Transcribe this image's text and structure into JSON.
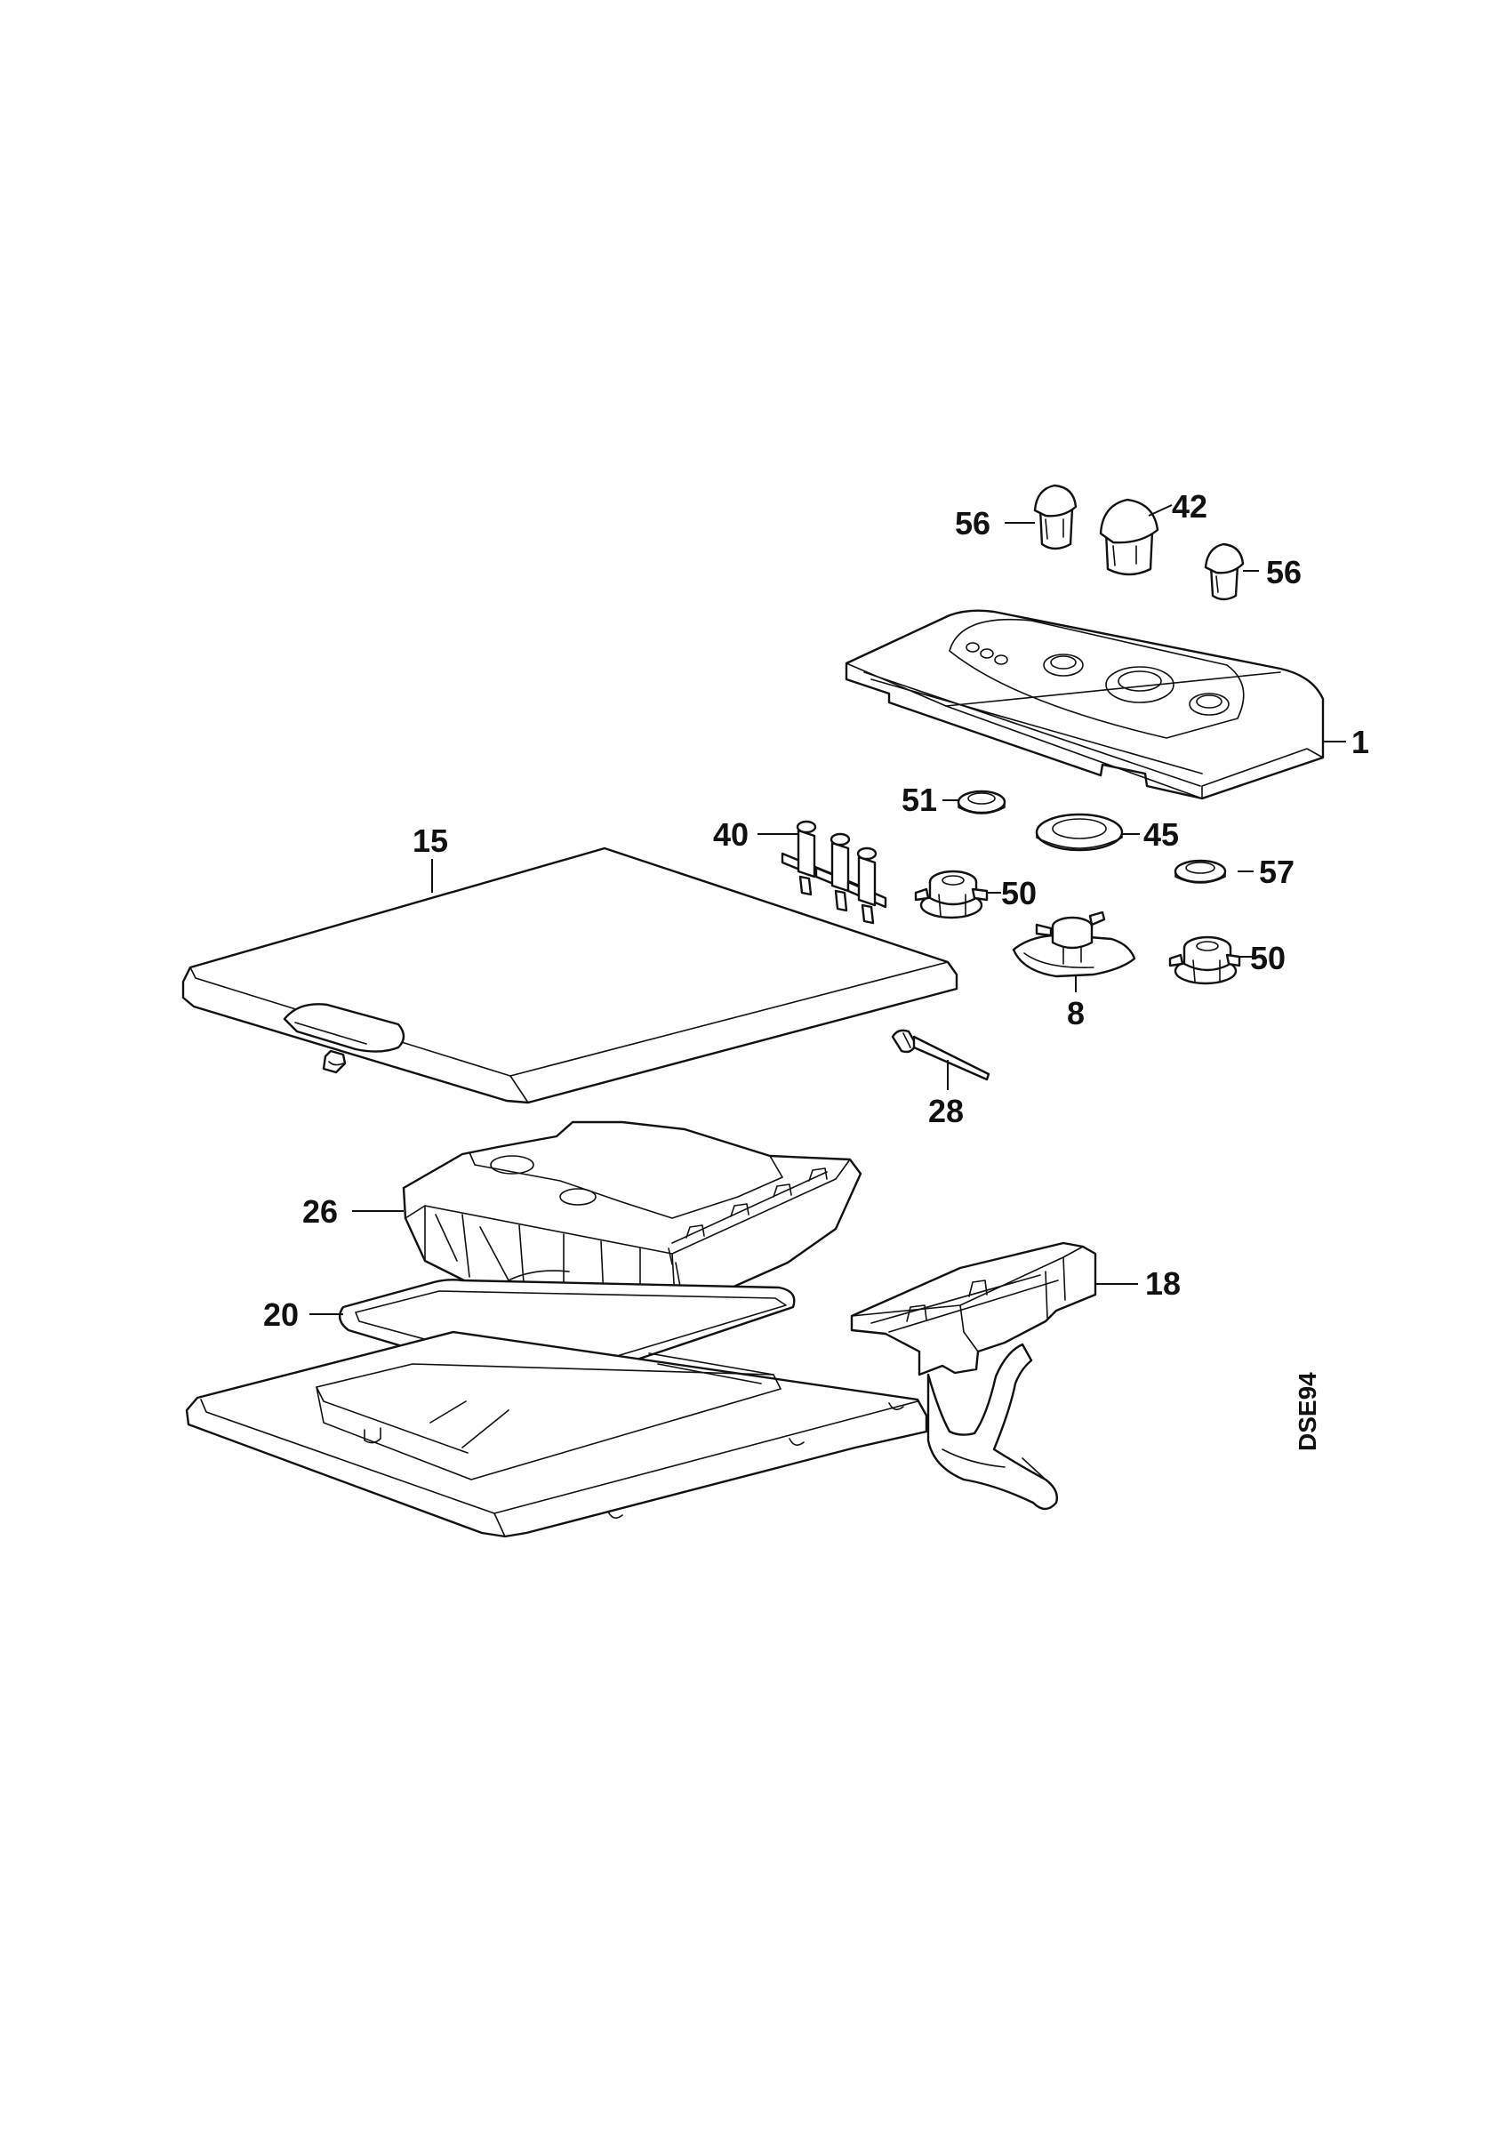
{
  "diagram": {
    "code": "DSE94",
    "parts": [
      {
        "id": "p56a",
        "label": "56"
      },
      {
        "id": "p42",
        "label": "42"
      },
      {
        "id": "p56b",
        "label": "56"
      },
      {
        "id": "p1",
        "label": "1"
      },
      {
        "id": "p51",
        "label": "51"
      },
      {
        "id": "p40",
        "label": "40"
      },
      {
        "id": "p45",
        "label": "45"
      },
      {
        "id": "p15",
        "label": "15"
      },
      {
        "id": "p57",
        "label": "57"
      },
      {
        "id": "p50a",
        "label": "50"
      },
      {
        "id": "p50b",
        "label": "50"
      },
      {
        "id": "p8",
        "label": "8"
      },
      {
        "id": "p28",
        "label": "28"
      },
      {
        "id": "p26",
        "label": "26"
      },
      {
        "id": "p18",
        "label": "18"
      },
      {
        "id": "p20",
        "label": "20"
      }
    ]
  }
}
